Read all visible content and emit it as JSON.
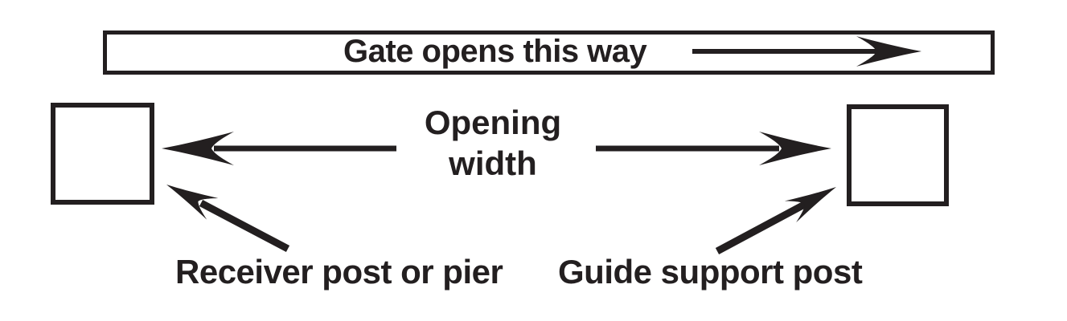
{
  "diagram": {
    "banner": {
      "label": "Gate opens this way",
      "arrow_icon": "arrow-right"
    },
    "opening_width": {
      "line1": "Opening",
      "line2": "width",
      "left_arrow_icon": "arrow-left",
      "right_arrow_icon": "arrow-right"
    },
    "posts": {
      "receiver_label": "Receiver post or pier",
      "receiver_pointer_icon": "arrow-up-left",
      "guide_label": "Guide support post",
      "guide_pointer_icon": "arrow-up-right"
    },
    "colors": {
      "ink": "#231f20",
      "background": "#ffffff"
    }
  }
}
